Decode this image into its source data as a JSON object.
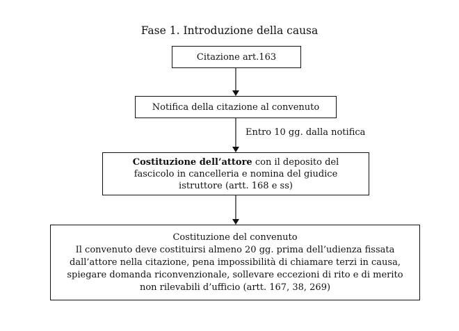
{
  "title": "Fase 1. Introduzione della causa",
  "steps": [
    {
      "lines": [
        "Citazione art.163"
      ]
    },
    {
      "lines": [
        "Notifica della citazione al convenuto"
      ]
    },
    {
      "line1_bold": "Costituzione dell’attore",
      "line1_rest": " con il deposito del",
      "line2": "fascicolo in cancelleria e nomina del giudice",
      "line3": "istruttore (artt. 168 e ss)"
    },
    {
      "lines": [
        "Costituzione del convenuto",
        "Il convenuto deve costituirsi almeno 20 gg. prima dell’udienza fissata",
        "dall’attore nella citazione, pena impossibilità di chiamare terzi in causa,",
        "spiegare domanda riconvenzionale, sollevare eccezioni di rito e di merito",
        "non rilevabili d’ufficio (artt. 167, 38, 269)"
      ]
    }
  ],
  "annotation": "Entro 10 gg. dalla notifica"
}
